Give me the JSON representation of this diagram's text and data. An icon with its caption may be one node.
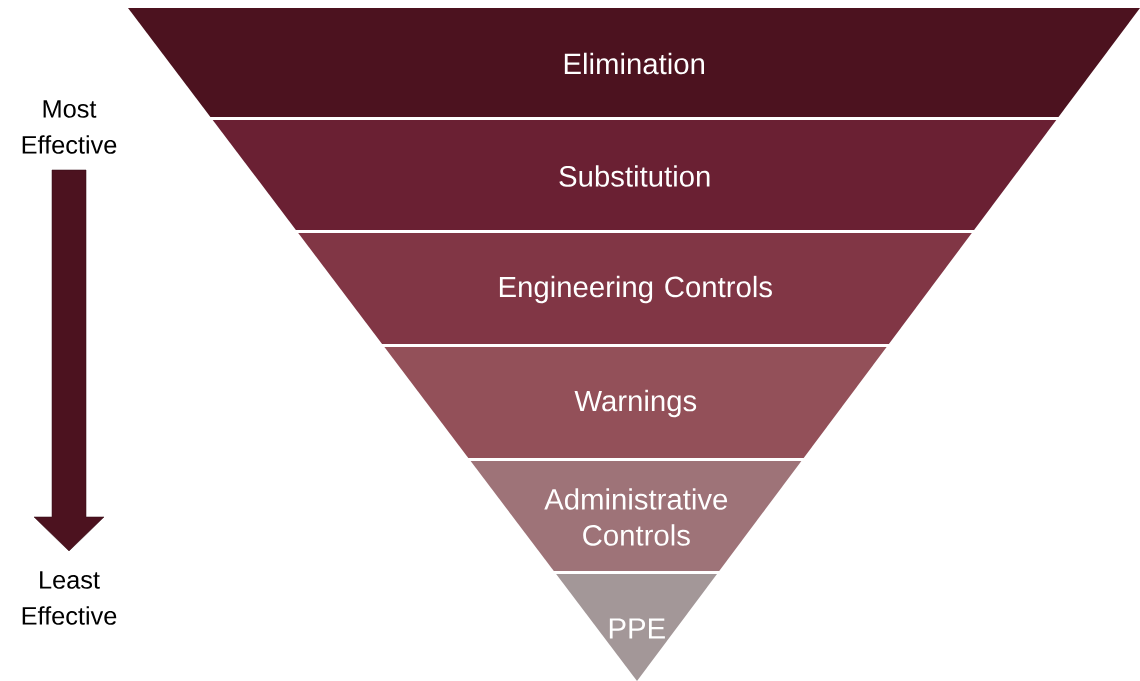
{
  "diagram": {
    "nodes": [
      {
        "text": [
          "Elimination"
        ]
      },
      {
        "text": [
          "Substitution"
        ]
      },
      {
        "text": [
          "Engineering Controls"
        ]
      },
      {
        "text": [
          "Warnings"
        ]
      },
      {
        "text": [
          "Administrative Controls"
        ]
      },
      {
        "text": [
          "PPE"
        ]
      }
    ],
    "labels": [
      "Most Effective",
      "Least Effective"
    ]
  }
}
